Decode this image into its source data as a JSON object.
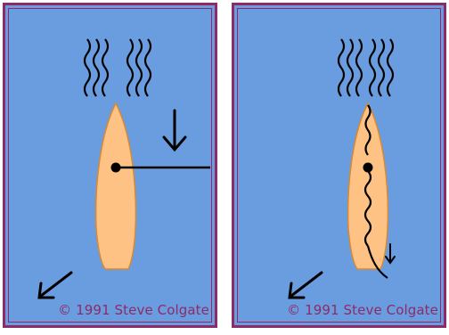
{
  "colors": {
    "water": "#6a9de0",
    "frame": "#8e2a66",
    "hull": "#ffc285",
    "hull_outline": "#d88a30",
    "ink": "#000000"
  },
  "panels": [
    {
      "copyright": "© 1991 Steve Colgate",
      "icons": [
        "wake-lines-icon",
        "boat-hull-icon",
        "pivot-dot-icon",
        "lever-arm-line",
        "down-arrow-icon",
        "diagonal-arrow-icon"
      ]
    },
    {
      "copyright": "© 1991 Steve Colgate",
      "icons": [
        "wake-lines-icon",
        "boat-hull-icon",
        "pivot-dot-icon",
        "wavy-line-icon",
        "small-down-arrow-icon",
        "diagonal-arrow-icon"
      ]
    }
  ]
}
